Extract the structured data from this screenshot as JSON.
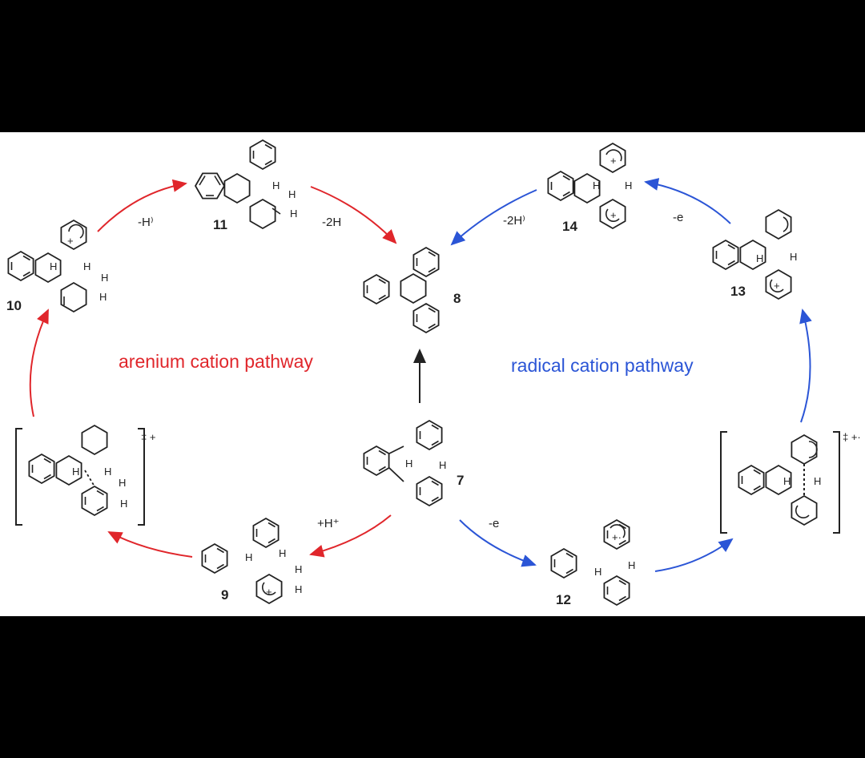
{
  "pathways": {
    "red_label": "arenium cation pathway",
    "blue_label": "radical cation pathway"
  },
  "compounds": {
    "c7": "7",
    "c8": "8",
    "c9": "9",
    "c10": "10",
    "c11": "11",
    "c12": "12",
    "c13": "13",
    "c14": "14"
  },
  "steps": {
    "red_protonation": "+H⁺",
    "red_minus_h": "-H⁾",
    "red_minus_2h": "-2H",
    "blue_minus_e1": "-e",
    "blue_minus_e2": "-e",
    "blue_minus_2h": "-2H⁾"
  },
  "ts_marks": {
    "red": "‡ +",
    "blue": "‡ +·"
  },
  "atoms": {
    "h": "H",
    "plus": "+",
    "radical_plus": "+·"
  },
  "colors": {
    "red": "#e0262b",
    "blue": "#2b55d6",
    "black": "#222222",
    "background": "#000000",
    "panel": "#ffffff"
  }
}
